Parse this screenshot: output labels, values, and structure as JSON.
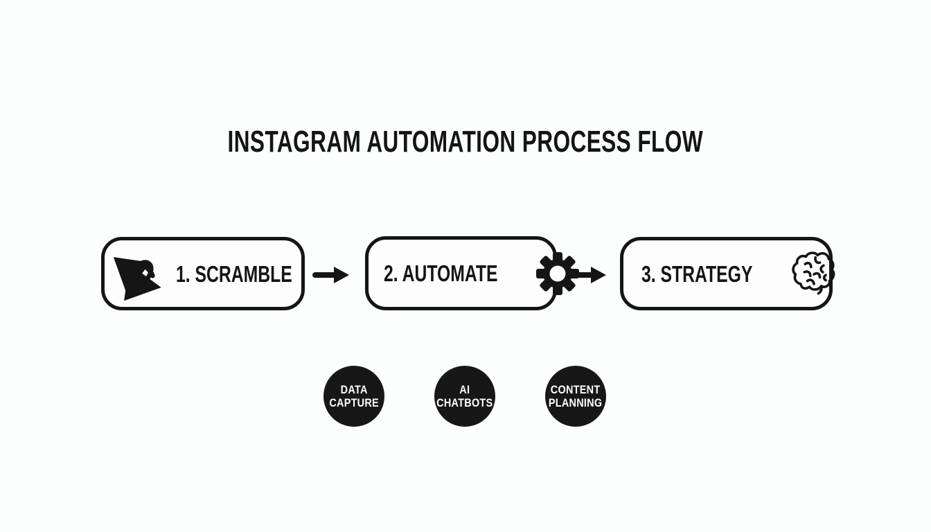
{
  "title": "INSTAGRAM AUTOMATION PROCESS FLOW",
  "steps": [
    {
      "label": "1. SCRAMBLE",
      "icon": "scramble-shuffle-icon",
      "icon_position": "left"
    },
    {
      "label": "2. AUTOMATE",
      "icon": "gear-icon",
      "icon_position": "right"
    },
    {
      "label": "3. STRATEGY",
      "icon": "brain-icon",
      "icon_position": "right"
    }
  ],
  "connectors": [
    {
      "icon": "arrow-right-icon"
    },
    {
      "icon": "arrow-right-icon"
    }
  ],
  "badges": [
    {
      "line1": "DATA",
      "line2": "CAPTURE"
    },
    {
      "line1": "AI",
      "line2": "CHATBOTS"
    },
    {
      "line1": "CONTENT",
      "line2": "PLANNING"
    }
  ],
  "colors": {
    "ink": "#151515",
    "background": "#fcfdfd",
    "box_fill": "#fdfdfd",
    "badge_background": "#171717",
    "badge_text": "#ffffff"
  }
}
